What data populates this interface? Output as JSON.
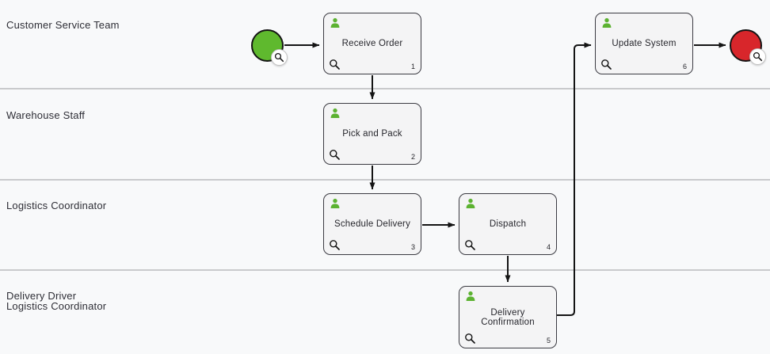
{
  "diagram": {
    "lanes": [
      {
        "label": "Customer Service Team"
      },
      {
        "label": "Warehouse Staff"
      },
      {
        "label": "Logistics Coordinator"
      },
      {
        "label": "Delivery Driver\nLogistics Coordinator"
      }
    ],
    "tasks": [
      {
        "label": "Receive Order",
        "number": "1",
        "assignee_icon": "person-icon",
        "zoom_icon": "magnifier-icon"
      },
      {
        "label": "Pick and Pack",
        "number": "2",
        "assignee_icon": "person-icon",
        "zoom_icon": "magnifier-icon"
      },
      {
        "label": "Schedule Delivery",
        "number": "3",
        "assignee_icon": "person-icon",
        "zoom_icon": "magnifier-icon"
      },
      {
        "label": "Dispatch",
        "number": "4",
        "assignee_icon": "person-icon",
        "zoom_icon": "magnifier-icon"
      },
      {
        "label": "Delivery Confirmation",
        "number": "5",
        "assignee_icon": "person-icon",
        "zoom_icon": "magnifier-icon"
      },
      {
        "label": "Update System",
        "number": "6",
        "assignee_icon": "person-icon",
        "zoom_icon": "magnifier-icon"
      }
    ],
    "events": {
      "start": {
        "name": "start-event",
        "zoom_icon": "magnifier-icon"
      },
      "end": {
        "name": "end-event",
        "zoom_icon": "magnifier-icon"
      }
    }
  },
  "colors": {
    "background": "#f8f9fa",
    "lane_line": "#c9cacc",
    "box_fill": "#f4f4f5",
    "box_border": "#3b3b42",
    "task_text": "#26262c",
    "lane_text": "#2e2e36",
    "start_green": "#5fb92e",
    "end_red": "#d8262b",
    "person_green": "#5cb231",
    "arrow": "#141414"
  }
}
